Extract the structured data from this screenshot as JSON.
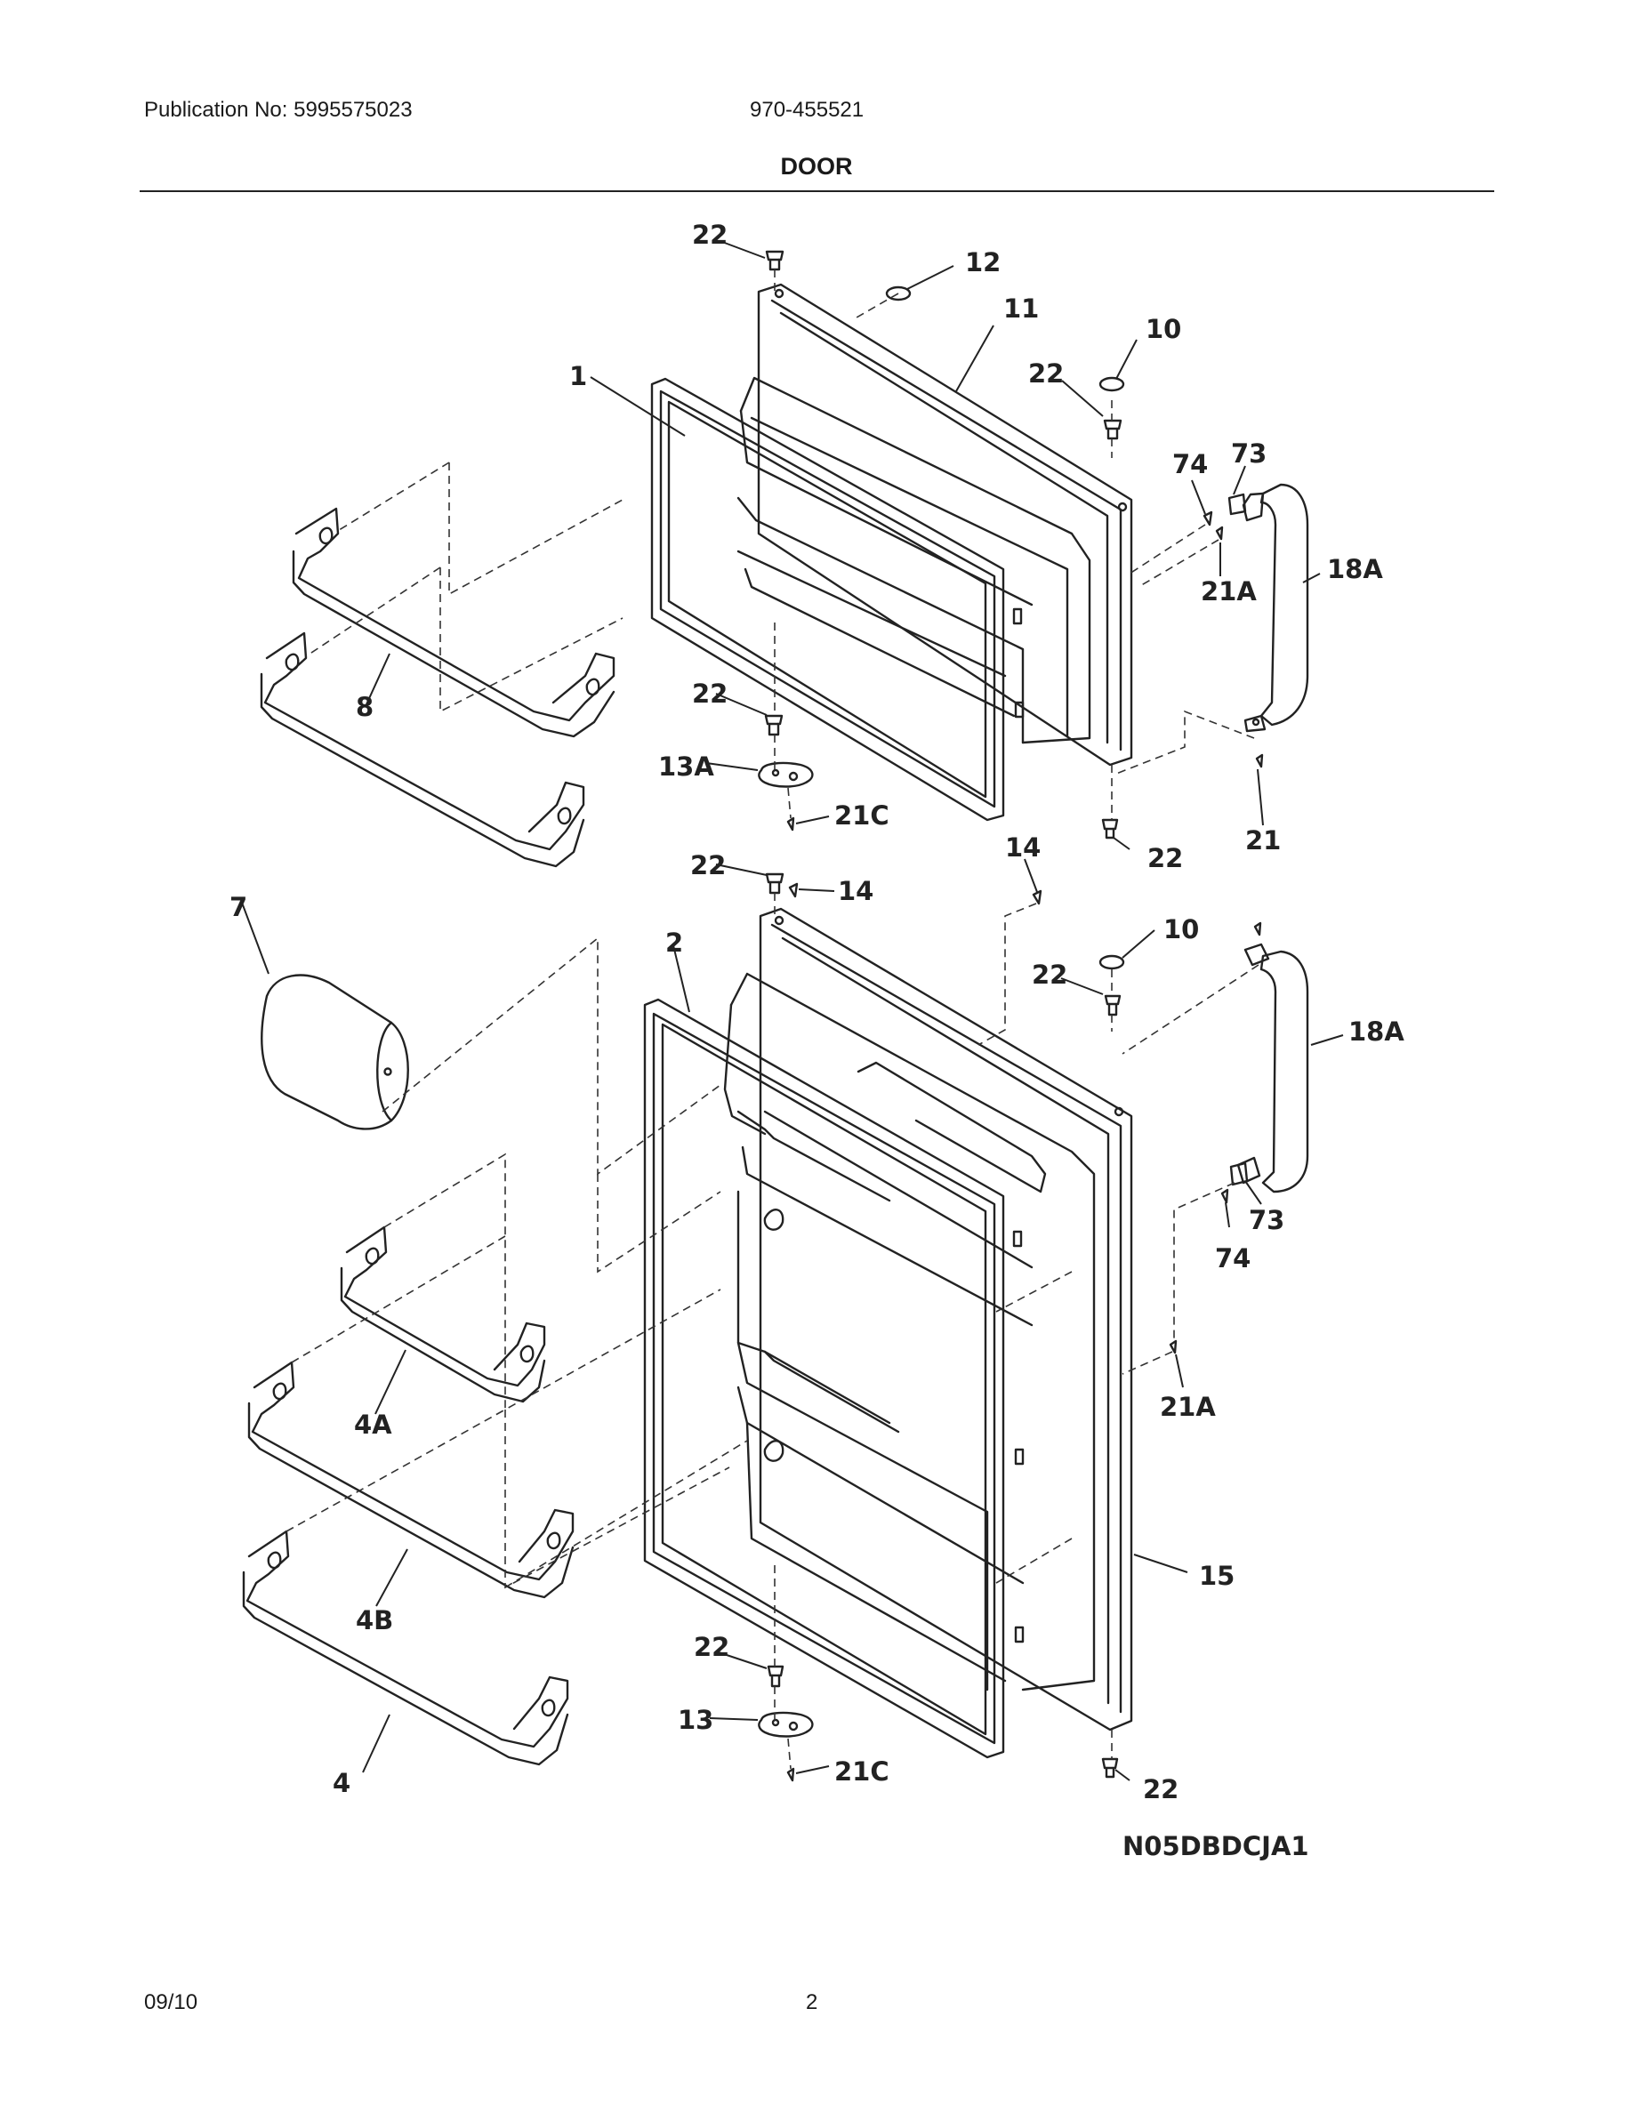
{
  "header": {
    "publication": "Publication No: 5995575023",
    "model_code": "970-455521",
    "section_title": "DOOR"
  },
  "diagram": {
    "drawing_code": "N05DBDCJA1",
    "callouts": [
      "22",
      "12",
      "11",
      "10",
      "22",
      "1",
      "74",
      "73",
      "18A",
      "21A",
      "22",
      "8",
      "13A",
      "21C",
      "14",
      "21",
      "22",
      "22",
      "14",
      "7",
      "2",
      "10",
      "22",
      "18A",
      "73",
      "74",
      "4A",
      "21A",
      "15",
      "4B",
      "22",
      "13",
      "21C",
      "22",
      "4"
    ]
  },
  "footer": {
    "date": "09/10",
    "page": "2"
  }
}
